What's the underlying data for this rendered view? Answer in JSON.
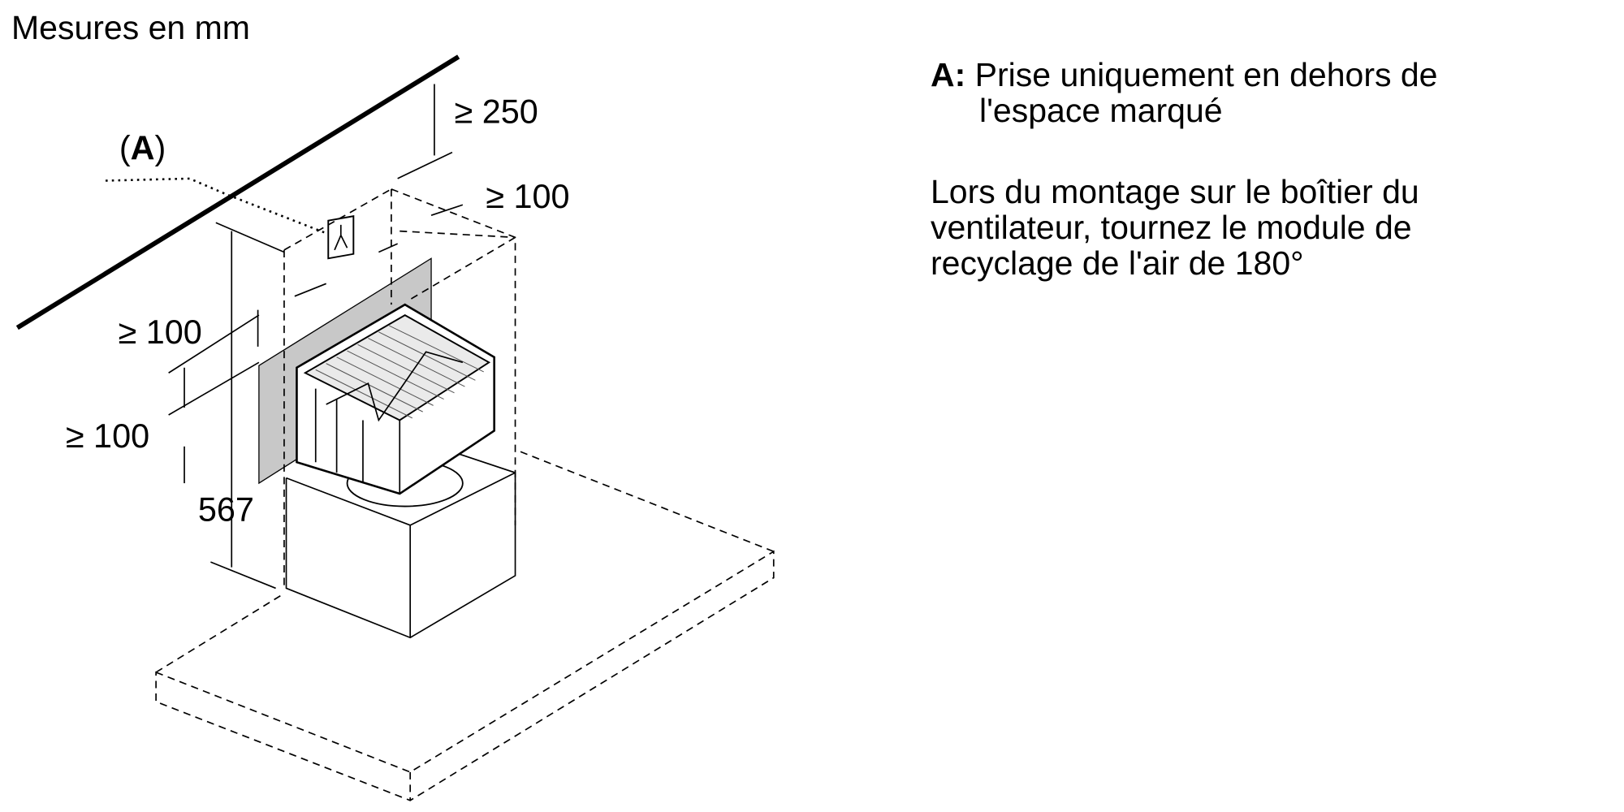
{
  "title": "Mesures en mm",
  "diagram": {
    "callout": "A",
    "dimensions": {
      "top_clearance": "≥ 250",
      "side_clearance_right": "≥ 100",
      "side_clearance_left": "≥ 100",
      "lower_clearance": "≥ 100",
      "height": "567"
    }
  },
  "legend": {
    "a_key": "A:",
    "a_text_line1": "Prise uniquement en dehors de",
    "a_text_line2": "l'espace marqué",
    "note_line1": "Lors du montage sur le boîtier du",
    "note_line2": "ventilateur, tournez le module de",
    "note_line3": "recyclage de l'air de 180°"
  },
  "colors": {
    "shaded_zone": "#c8c8c8",
    "ink": "#000000"
  }
}
